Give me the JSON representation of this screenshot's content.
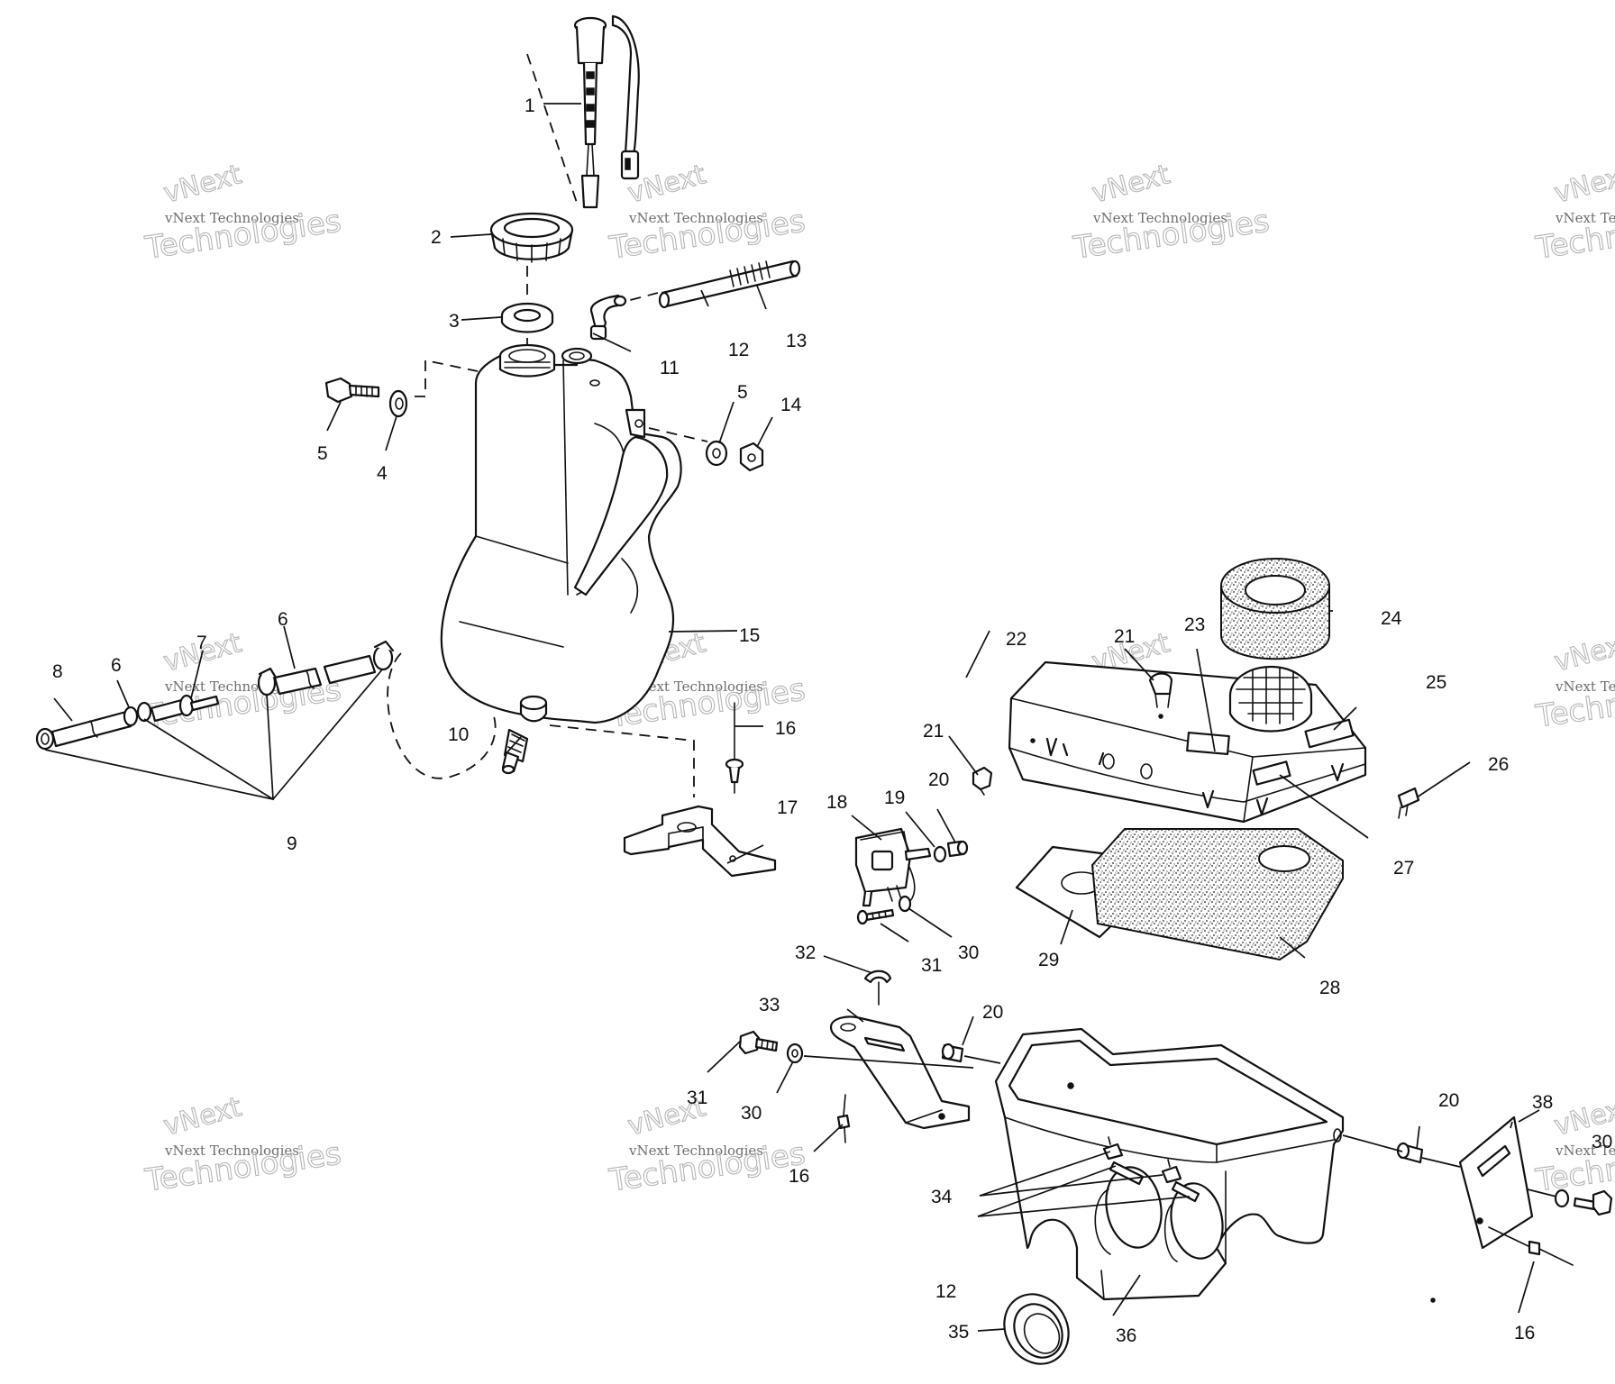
{
  "watermark": {
    "title": "vNext",
    "company": "vNext Technologies",
    "word": "Technologies"
  },
  "callouts": {
    "c1": "1",
    "c2": "2",
    "c3": "3",
    "c4": "4",
    "c5a": "5",
    "c5b": "5",
    "c6a": "6",
    "c6b": "6",
    "c7": "7",
    "c8": "8",
    "c9": "9",
    "c10": "10",
    "c11": "11",
    "c12a": "12",
    "c12b": "12",
    "c13": "13",
    "c14": "14",
    "c15": "15",
    "c16a": "16",
    "c16b": "16",
    "c16c": "16",
    "c17": "17",
    "c18": "18",
    "c19": "19",
    "c20a": "20",
    "c20b": "20",
    "c20c": "20",
    "c21a": "21",
    "c21b": "21",
    "c22": "22",
    "c23": "23",
    "c24": "24",
    "c25": "25",
    "c26": "26",
    "c27": "27",
    "c28": "28",
    "c29": "29",
    "c30a": "30",
    "c30b": "30",
    "c30c": "30",
    "c31a": "31",
    "c31b": "31",
    "c32": "32",
    "c33": "33",
    "c34": "34",
    "c35": "35",
    "c36": "36",
    "c38": "38"
  }
}
